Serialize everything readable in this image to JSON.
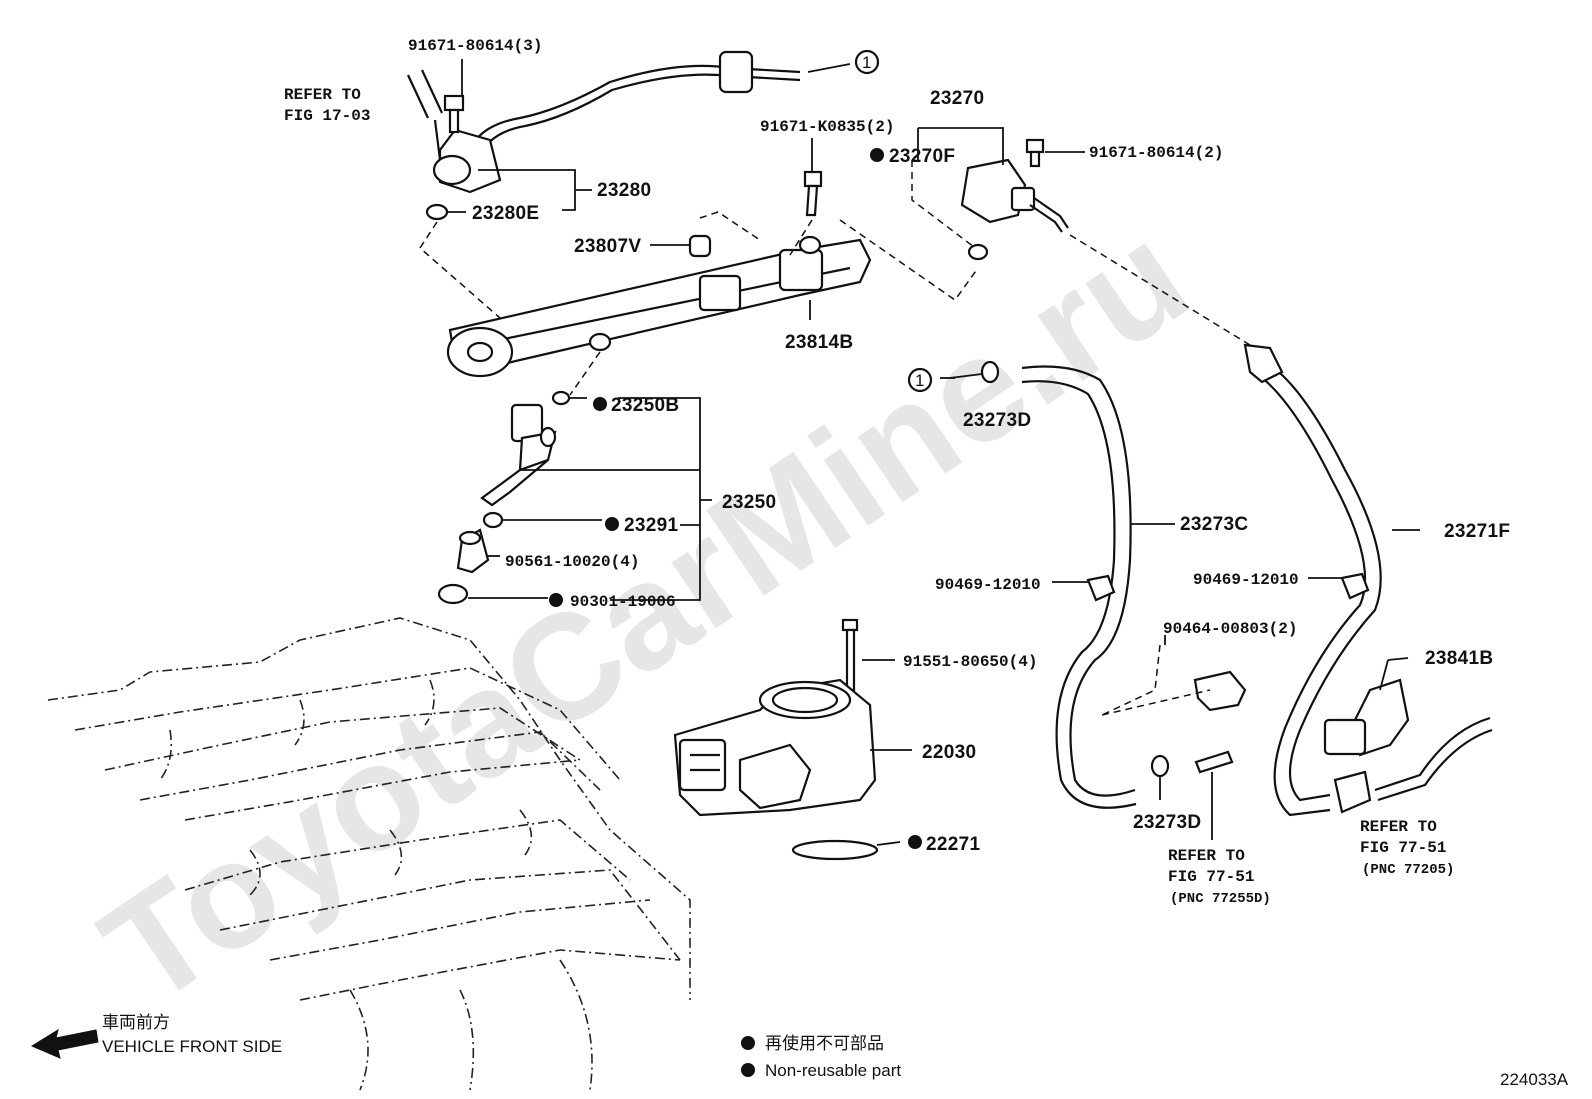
{
  "watermark": "ToyotaCarMine.ru",
  "figure_id": "224033A",
  "legend": {
    "non_reusable_jp": "再使用不可部品",
    "non_reusable_en": "Non-reusable part"
  },
  "front_direction": {
    "jp": "車両前方",
    "en": "VEHICLE FRONT SIDE"
  },
  "callout_ref": "1",
  "parts": {
    "p91671_80614_3": "91671-80614(3)",
    "refer_17_03_a": "REFER TO",
    "refer_17_03_b": "FIG 17-03",
    "p23280": "23280",
    "p23280E": "23280E",
    "p91671_K0835_2": "91671-K0835(2)",
    "p23807V": "23807V",
    "p23270": "23270",
    "p23270F": "23270F",
    "p91671_80614_2": "91671-80614(2)",
    "p23814B": "23814B",
    "p23250B": "23250B",
    "p23250": "23250",
    "p23291": "23291",
    "p90561_10020_4": "90561-10020(4)",
    "p90301_19006": "90301-19006",
    "p23273D_top": "23273D",
    "p23273C": "23273C",
    "p23271F": "23271F",
    "p90469_12010_a": "90469-12010",
    "p90469_12010_b": "90469-12010",
    "p90464_00803_2": "90464-00803(2)",
    "p23841B": "23841B",
    "p91551_80650_4": "91551-80650(4)",
    "p22030": "22030",
    "p22271": "22271",
    "p23273D_bot": "23273D",
    "refer_77_51_a1": "REFER TO",
    "refer_77_51_a2": "FIG 77-51",
    "refer_77_51_a3": "(PNC 77255D)",
    "refer_77_51_b1": "REFER TO",
    "refer_77_51_b2": "FIG 77-51",
    "refer_77_51_b3": "(PNC 77205)"
  }
}
